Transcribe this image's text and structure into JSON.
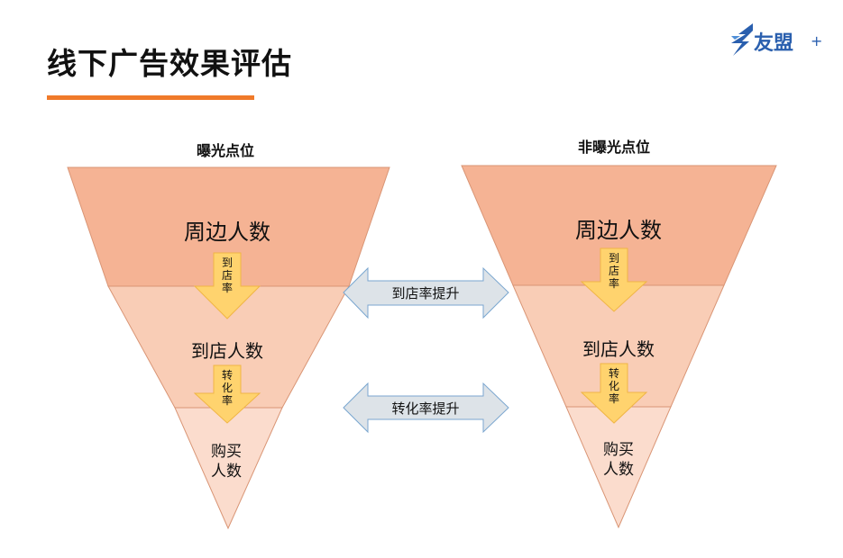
{
  "page": {
    "title": "线下广告效果评估"
  },
  "logo": {
    "text": "友盟",
    "plus": "+",
    "icon": "umeng-bird-icon",
    "color": "#2a5fae"
  },
  "colors": {
    "accent_underline": "#f07a2a",
    "tier1": "#f5b394",
    "tier2": "#f9cdb6",
    "tier3": "#fbdccd",
    "down_arrow": "#ffd36e",
    "double_arrow": "#dde3e8"
  },
  "funnels": [
    {
      "title": "曝光点位",
      "stages": [
        "周边人数",
        "到店人数",
        "购买人数"
      ],
      "stage3_lines": [
        "购买",
        "人数"
      ],
      "arrows": [
        {
          "lines": [
            "到",
            "店",
            "率"
          ]
        },
        {
          "lines": [
            "转",
            "化",
            "率"
          ]
        }
      ]
    },
    {
      "title": "非曝光点位",
      "stages": [
        "周边人数",
        "到店人数",
        "购买人数"
      ],
      "stage3_lines": [
        "购买",
        "人数"
      ],
      "arrows": [
        {
          "lines": [
            "到",
            "店",
            "率"
          ]
        },
        {
          "lines": [
            "转",
            "化",
            "率"
          ]
        }
      ]
    }
  ],
  "comparisons": [
    {
      "label": "到店率提升"
    },
    {
      "label": "转化率提升"
    }
  ]
}
